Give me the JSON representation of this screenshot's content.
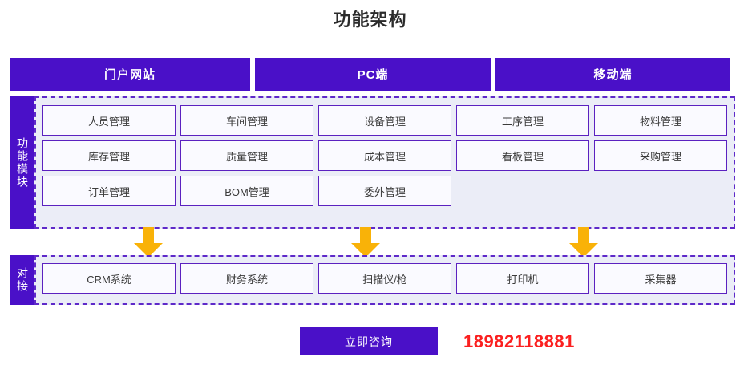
{
  "title": "功能架构",
  "colors": {
    "purple": "#4a10c8",
    "box_border": "#5b21c0",
    "panel_bg": "#ebedf7",
    "arrow": "#f9b208",
    "phone_red": "#fb2020",
    "title_text": "#2b2b2b"
  },
  "header": {
    "segments": [
      {
        "label": "门户网站"
      },
      {
        "label": "PC端"
      },
      {
        "label": "移动端"
      }
    ]
  },
  "modules_section": {
    "label": "功能模块",
    "rows": [
      {
        "cells": [
          "人员管理",
          "车间管理",
          "设备管理",
          "工序管理",
          "物料管理"
        ]
      },
      {
        "cells": [
          "库存管理",
          "质量管理",
          "成本管理",
          "看板管理",
          "采购管理"
        ]
      },
      {
        "cells": [
          "订单管理",
          "BOM管理",
          "委外管理"
        ]
      }
    ]
  },
  "arrows": [
    {
      "name": "arrow-down-1"
    },
    {
      "name": "arrow-down-2"
    },
    {
      "name": "arrow-down-3"
    }
  ],
  "interface_section": {
    "label": "对接",
    "rows": [
      {
        "cells": [
          "CRM系统",
          "财务系统",
          "扫描仪/枪",
          "打印机",
          "采集器"
        ]
      }
    ]
  },
  "footer": {
    "cta_label": "立即咨询",
    "phone": "18982118881"
  }
}
